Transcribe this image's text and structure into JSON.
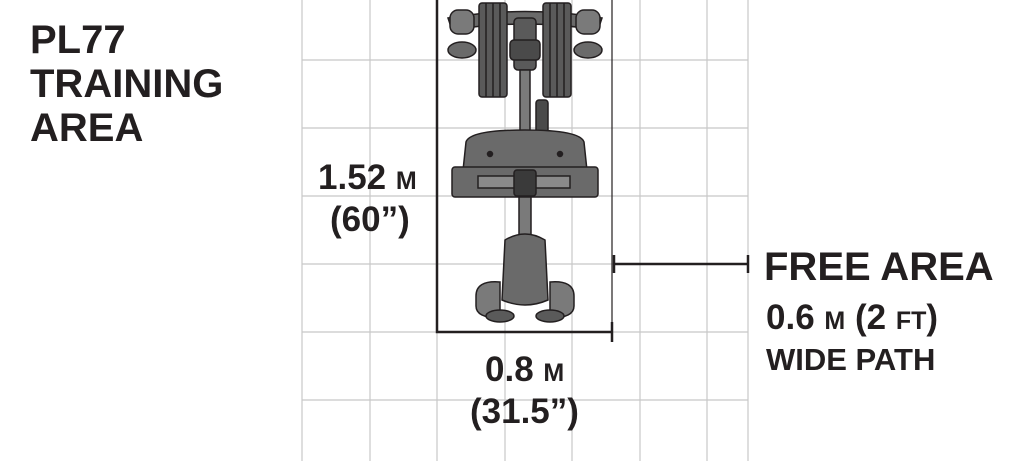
{
  "title_lines": [
    "PL77",
    "TRAINING",
    "AREA"
  ],
  "dimensions": {
    "depth": {
      "value": "1.52",
      "unit": "M",
      "imperial": "(60”)"
    },
    "width": {
      "value": "0.8",
      "unit": "M",
      "imperial": "(31.5”)"
    }
  },
  "free_area": {
    "heading": "FREE AREA",
    "value_m": "0.6",
    "unit_m": "M",
    "value_ft": "(2",
    "unit_ft": "FT",
    "close": ")",
    "path": "WIDE PATH"
  },
  "colors": {
    "ink": "#231f20",
    "grid": "#c8c8c8",
    "machine": "#6a6a6a",
    "machine_dark": "#3a3a3a"
  }
}
